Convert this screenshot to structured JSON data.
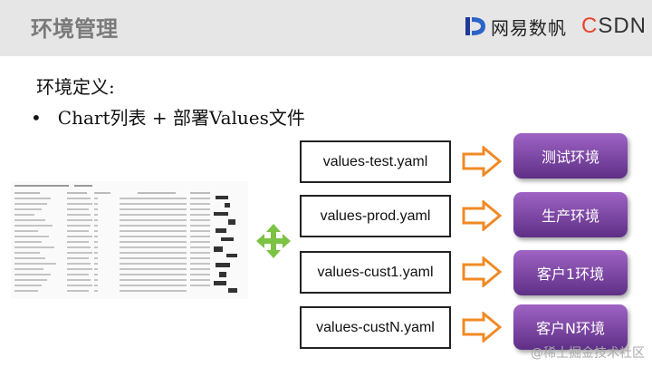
{
  "header": {
    "title": "环境管理"
  },
  "logo": {
    "brand1": "网易数帆",
    "brand2_first": "C",
    "brand2_rest": "SDN"
  },
  "subtitle": "环境定义:",
  "bullet": {
    "marker": "•",
    "text": "Chart列表 +  部署Values文件"
  },
  "values_files": [
    {
      "label": "values-test.yaml"
    },
    {
      "label": "values-prod.yaml"
    },
    {
      "label": "values-cust1.yaml"
    },
    {
      "label": "values-custN.yaml"
    }
  ],
  "environments": [
    {
      "label": "测试环境"
    },
    {
      "label": "生产环境"
    },
    {
      "label": "客户1环境"
    },
    {
      "label": "客户N环境"
    }
  ],
  "colors": {
    "arrow": "#f08a24",
    "env_top": "#9f63c4",
    "env_bottom": "#5e2f86",
    "cross": "#7cc243"
  },
  "watermark": "@稀土掘金技术社区"
}
